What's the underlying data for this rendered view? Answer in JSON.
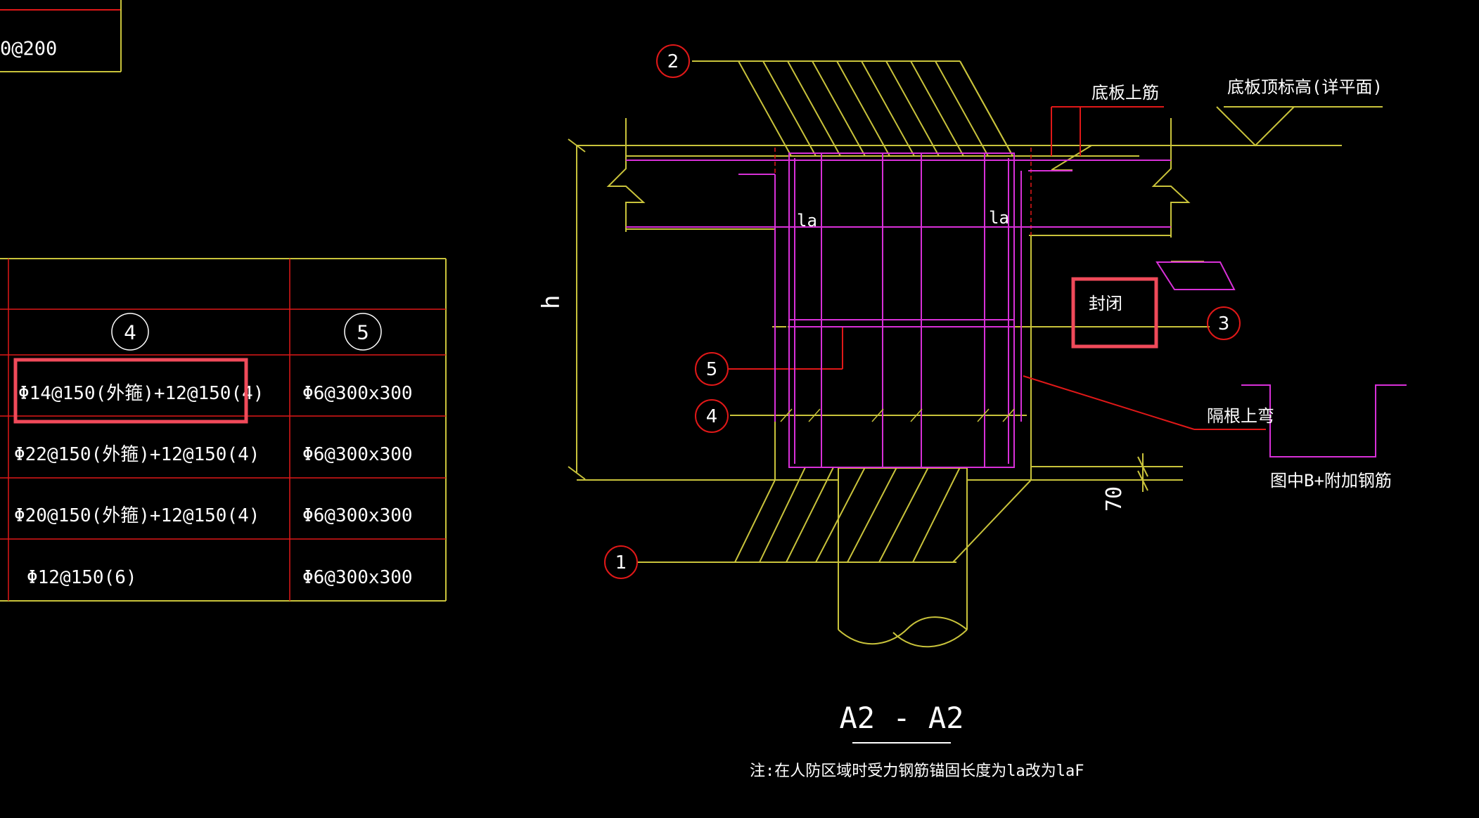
{
  "drawing": {
    "title": "A2 - A2",
    "note": "注:在人防区域时受力钢筋锚固长度为la改为laF",
    "colors": {
      "background": "#000000",
      "yellow": "#c9c33b",
      "red": "#e01818",
      "magenta": "#d830d8",
      "white": "#ffffff",
      "highlight": "#f04a5a"
    }
  },
  "table_top": {
    "cell_text": "0@200"
  },
  "schedule_table": {
    "header_numbers": [
      "4",
      "5"
    ],
    "rows": [
      [
        "Φ14@150(外箍)+12@150(4)",
        "Φ6@300x300"
      ],
      [
        "Φ22@150(外箍)+12@150(4)",
        "Φ6@300x300"
      ],
      [
        "Φ20@150(外箍)+12@150(4)",
        "Φ6@300x300"
      ],
      [
        "Φ12@150(6)",
        "Φ6@300x300"
      ]
    ]
  },
  "section": {
    "labels": {
      "bottom_rebar": "底板上筋",
      "slab_top_elevation": "底板顶标高(详平面)",
      "la_left": "la",
      "la_right": "la",
      "closed": "封闭",
      "alternate_bend": "隔根上弯",
      "detail_b": "图中B+附加钢筋",
      "h": "h",
      "dim_70": "70"
    },
    "callouts": [
      "1",
      "2",
      "3",
      "4",
      "5"
    ]
  }
}
